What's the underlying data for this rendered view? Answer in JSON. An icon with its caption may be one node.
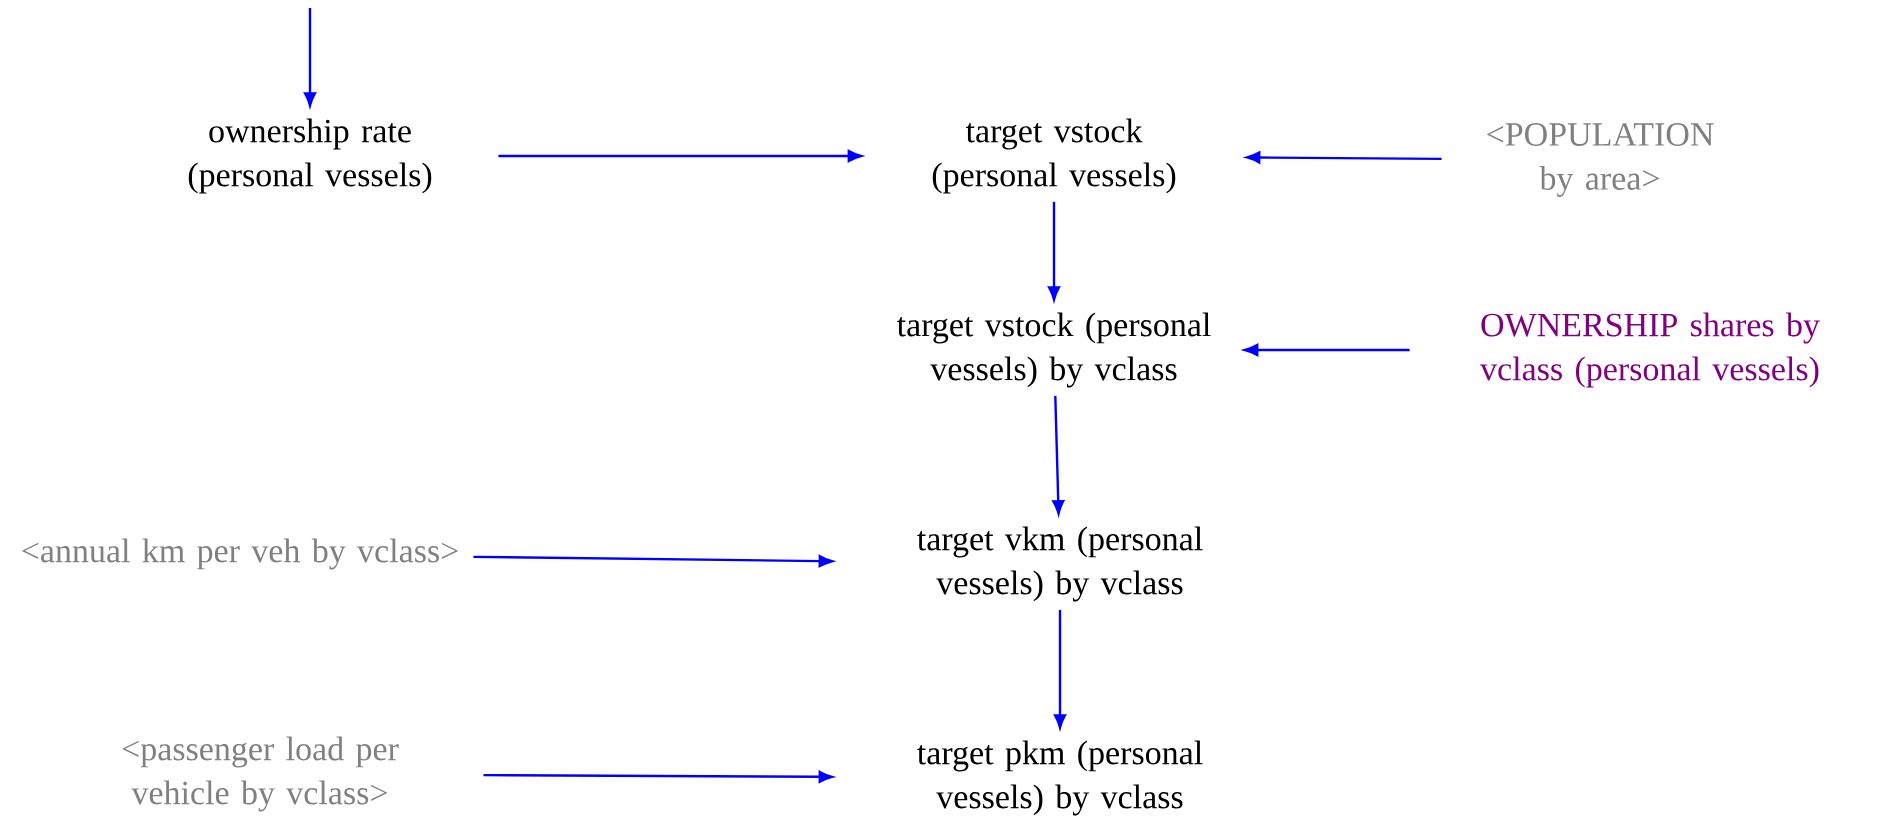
{
  "diagram": {
    "nodes": [
      {
        "text": [
          "ownership rate (personal vessels)"
        ]
      },
      {
        "text": [
          "target vstock (personal vessels)"
        ]
      },
      {
        "text": [
          "<POPULATION by area>"
        ]
      },
      {
        "text": [
          "target vstock (personal vessels) by vclass"
        ]
      },
      {
        "text": [
          "OWNERSHIP shares by vclass (personal vessels)"
        ]
      },
      {
        "text": [
          "<annual km per veh by vclass>"
        ]
      },
      {
        "text": [
          "target vkm (personal vessels) by vclass"
        ]
      },
      {
        "text": [
          "<passenger load per vehicle by vclass>"
        ]
      },
      {
        "text": [
          "target pkm (personal vessels) by vclass"
        ]
      }
    ],
    "edges": [
      {
        "from": null,
        "to": 0,
        "arrow": "to"
      },
      {
        "from": 0,
        "to": 1,
        "arrow": "to"
      },
      {
        "from": 2,
        "to": 1,
        "arrow": "to"
      },
      {
        "from": 1,
        "to": 3,
        "arrow": "to"
      },
      {
        "from": 4,
        "to": 3,
        "arrow": "to"
      },
      {
        "from": 3,
        "to": 6,
        "arrow": "to"
      },
      {
        "from": 5,
        "to": 6,
        "arrow": "to"
      },
      {
        "from": 6,
        "to": 8,
        "arrow": "to"
      },
      {
        "from": 7,
        "to": 8,
        "arrow": "to"
      }
    ]
  }
}
